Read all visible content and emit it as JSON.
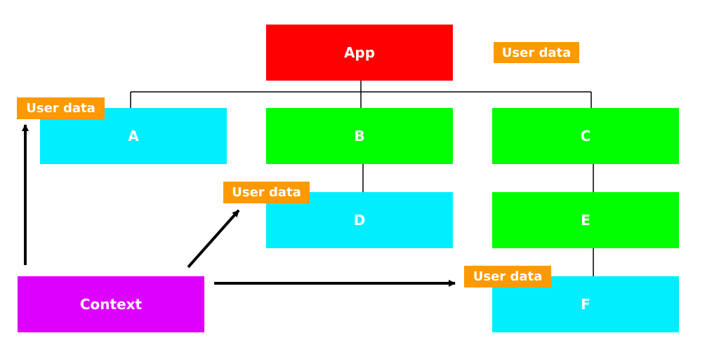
{
  "colors": {
    "root": "#ff0000",
    "stateful": "#00ff00",
    "consumer": "#00eeff",
    "context": "#dd00ff",
    "tag": "#ff9900",
    "edge": "#000000"
  },
  "nodes": {
    "app": {
      "label": "App"
    },
    "a": {
      "label": "A"
    },
    "b": {
      "label": "B"
    },
    "c": {
      "label": "C"
    },
    "d": {
      "label": "D"
    },
    "e": {
      "label": "E"
    },
    "f": {
      "label": "F"
    },
    "context": {
      "label": "Context"
    }
  },
  "tags": {
    "app": {
      "label": "User data"
    },
    "a": {
      "label": "User data"
    },
    "d": {
      "label": "User data"
    },
    "f": {
      "label": "User data"
    }
  },
  "tree_edges": [
    {
      "from": "App",
      "to": "A"
    },
    {
      "from": "App",
      "to": "B"
    },
    {
      "from": "App",
      "to": "C"
    },
    {
      "from": "B",
      "to": "D"
    },
    {
      "from": "C",
      "to": "E"
    },
    {
      "from": "E",
      "to": "F"
    }
  ],
  "context_arrows": [
    {
      "from": "Context",
      "to": "A"
    },
    {
      "from": "Context",
      "to": "D"
    },
    {
      "from": "Context",
      "to": "F"
    }
  ]
}
